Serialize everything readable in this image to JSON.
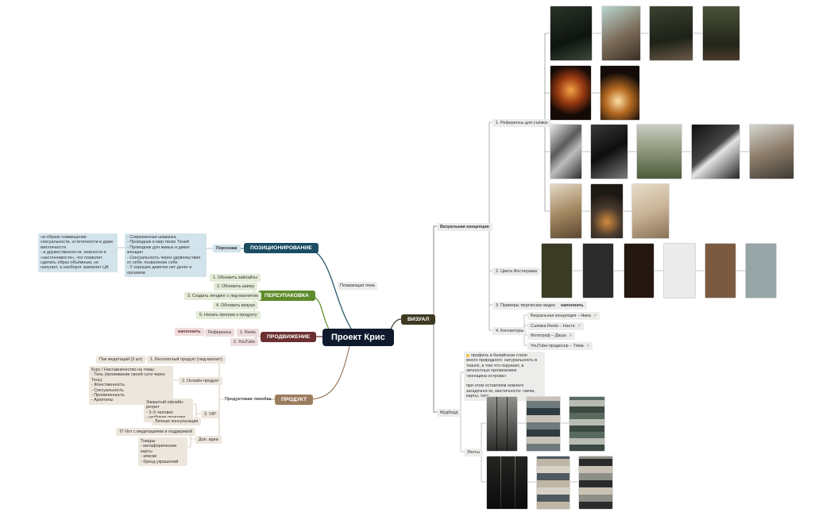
{
  "root": {
    "title": "Проект Крис"
  },
  "floating": {
    "title": "Плавающая тема"
  },
  "branches": {
    "positioning": {
      "title": "ПОЗИЦИОНИРОВАНИЕ",
      "persona_label": "Персонаж",
      "persona_lines": "- Современная шаманка\n- Проводник в мир твоих Теней\n- Проводник для живых и диких женщин\n- Сексуальность через удовольствие от себя, позволение себе\n- У хороших девочек нет денег и оргазмов",
      "note": "«в образе совмещение сексуальности, эстетичности и даже мистичности\n- и дружественности, нежности и «застенчивости», что позволит сделать образ объёмным, не напугает, а наоборот заземлит ЦА"
    },
    "repack": {
      "title": "ПЕРЕУПАКОВКА",
      "items": [
        "1. Обновить хайлайты",
        "2. Обновить шапку",
        "3. Создать лендинг с лид-магнитом",
        "4. Обновить визуал",
        "5. Начать прогрев к продукту"
      ]
    },
    "promo": {
      "title": "ПРОДВИЖЕНИЕ",
      "items": [
        "1. Reels",
        "2. YouTube"
      ],
      "refs": "Референсы",
      "fill": "наполнить"
    },
    "product": {
      "title": "ПРОДУКТ",
      "line_label": "Продуктовая линейка",
      "items": [
        "1. Бесплатный продукт (лид-магнит)",
        "2. Онлайн-продукт",
        "3. VIP",
        "Доп. идеи"
      ],
      "free_note": "Пак медитаций (3 шт)",
      "online_note": "Курс / Наставничество на темы:\n- Тень (проживание своей сути через Тень)\n- Женственность\n- Сексуальность\n- Проявленность\n- Архетипы",
      "vip_note": "Закрытый офлайн-ретрит\n- 3–5 человек\n- глубокие практики",
      "vip_extra": "Личные консультации",
      "extra_1": "ТГ-бот с медитациями и поддержкой",
      "extra_2": "Товары\n- метафорические карты\n- аписки\n- бренд украшений"
    },
    "visual": {
      "title": "ВИЗУАЛ",
      "concept": "Визуальная концепция",
      "refs": "1. Референсы для съёмок",
      "colors": "2. Цвета Инстаграма",
      "examples": "3. Примеры творческих видео",
      "examples_tag": "наполнить",
      "contractors": "4. Контакторы",
      "contacts": [
        "Визуальная концепция – Ника",
        "Съёмка Reels – Настя",
        "Фотограф – Даша",
        "YouTube-продюсер – Тёма"
      ],
      "moodboard": "Мудборд",
      "mood_notes": "профиль в балийском стиле\nмного природного: натуральность в тканях, в том что окружает, в личностных проявлениях\n«женщина острова»\n\nпри этом оставляем немного загадочности, мистичности: свечи, карты, тату",
      "feed": "Ленты"
    }
  },
  "icons": {
    "link": "external-link-icon",
    "bulb": "bulb-icon"
  },
  "swatches": [
    "#3a3a25",
    "#2b2b2b",
    "#24170f",
    "#ebebeb",
    "#7a5a40",
    "#97a5a7"
  ],
  "colors": {
    "root": "#0f1b2d",
    "positioning": "#1b4d63",
    "repack": "#5e8b2a",
    "promo": "#6b2f2f",
    "product": "#9b7c5e",
    "visual": "#3e3a22"
  }
}
